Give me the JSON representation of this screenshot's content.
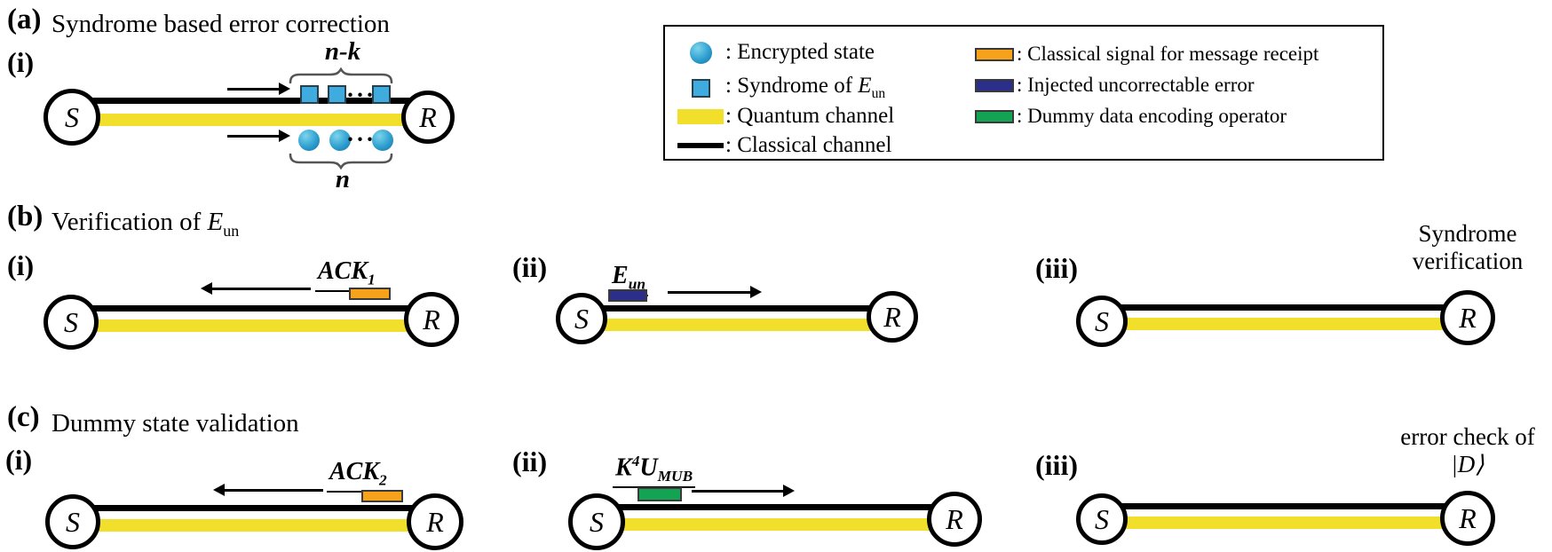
{
  "figure": {
    "nodes": {
      "sender": "S",
      "receiver": "R"
    },
    "dots": "···",
    "sections": {
      "a": {
        "label": "(a)",
        "title": "Syndrome based error correction",
        "panel_i": {
          "label": "(i)",
          "brace_top_label": "n-k",
          "brace_bottom_label": "n"
        }
      },
      "b": {
        "label": "(b)",
        "title_pre": "Verification of ",
        "title_var": "E",
        "title_sub": "un",
        "panel_i": {
          "label": "(i)",
          "signal_base": "ACK",
          "signal_sub": "1"
        },
        "panel_ii": {
          "label": "(ii)",
          "error_var": "E",
          "error_sub": "un"
        },
        "panel_iii": {
          "label": "(iii)",
          "note_line1": "Syndrome",
          "note_line2": "verification"
        }
      },
      "c": {
        "label": "(c)",
        "title": "Dummy state validation",
        "panel_i": {
          "label": "(i)",
          "signal_base": "ACK",
          "signal_sub": "2"
        },
        "panel_ii": {
          "label": "(ii)",
          "op_base": "K",
          "op_sup": "4",
          "op_var": "U",
          "op_sub": "MUB"
        },
        "panel_iii": {
          "label": "(iii)",
          "note_line1": "error check of",
          "note_line2": "|D⟩"
        }
      }
    },
    "legend": {
      "left": [
        {
          "icon": "encrypted-state-icon",
          "label": ": Encrypted state"
        },
        {
          "icon": "syndrome-square-icon",
          "label_pre": ": Syndrome of ",
          "var": "E",
          "sub": "un"
        },
        {
          "icon": "quantum-channel-icon",
          "label": ": Quantum channel"
        },
        {
          "icon": "classical-channel-icon",
          "label": ": Classical channel"
        }
      ],
      "right": [
        {
          "icon": "message-receipt-bar-icon",
          "label": ": Classical signal for message receipt"
        },
        {
          "icon": "injected-error-bar-icon",
          "label": ": Injected uncorrectable error"
        },
        {
          "icon": "dummy-operator-bar-icon",
          "label": ": Dummy data encoding operator"
        }
      ]
    },
    "colors": {
      "encrypted_state": "#2E9FD0",
      "syndrome": "#3FABDF",
      "quantum_channel": "#F2DF2C",
      "classical_channel": "#000000",
      "message_receipt": "#F7A21B",
      "injected_error": "#2B2F8A",
      "dummy_operator": "#12A353"
    }
  }
}
